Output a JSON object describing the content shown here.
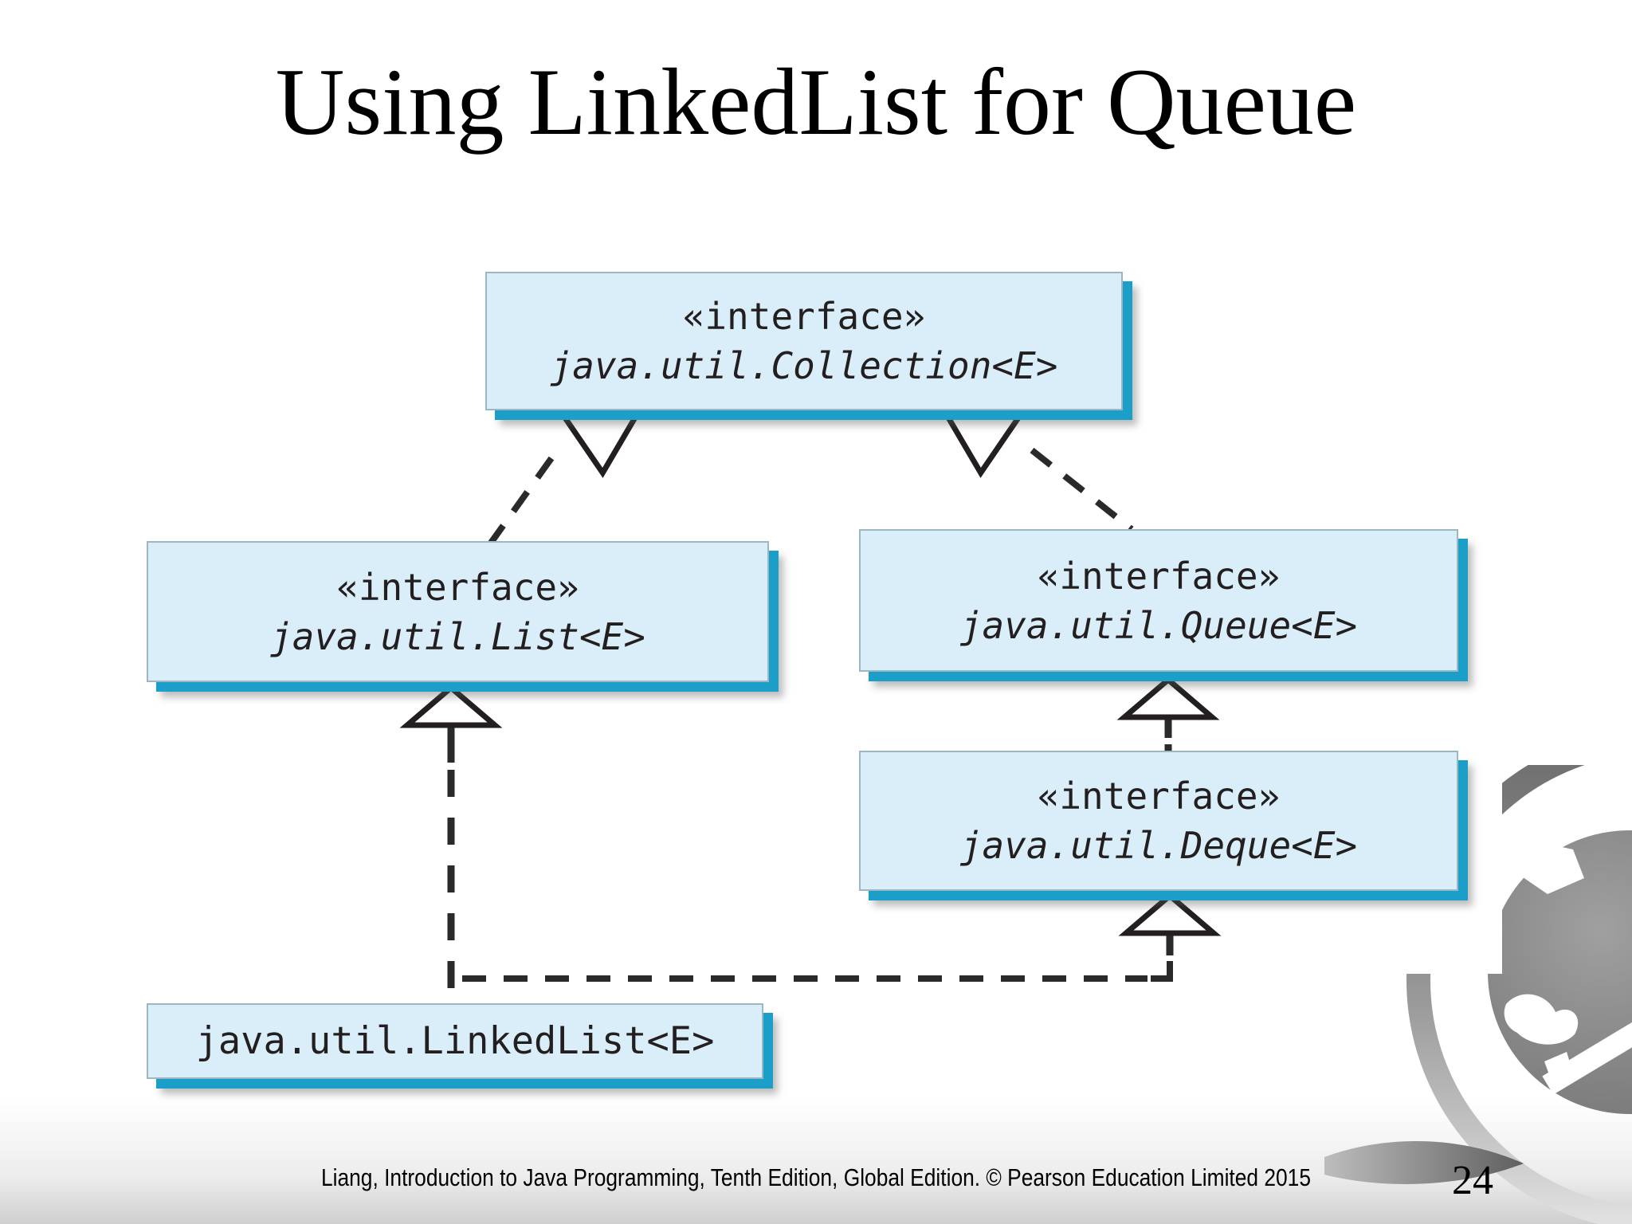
{
  "slide": {
    "title": "Using LinkedList for Queue",
    "footer": "Liang, Introduction to Java Programming, Tenth Edition, Global Edition. © Pearson Education Limited 2015",
    "page_number": "24"
  },
  "diagram": {
    "nodes": {
      "collection": {
        "stereotype": "«interface»",
        "name": "java.util.Collection<E>"
      },
      "list": {
        "stereotype": "«interface»",
        "name": "java.util.List<E>"
      },
      "queue": {
        "stereotype": "«interface»",
        "name": "java.util.Queue<E>"
      },
      "deque": {
        "stereotype": "«interface»",
        "name": "java.util.Deque<E>"
      },
      "linkedlist": {
        "name": "java.util.LinkedList<E>"
      }
    },
    "edges": [
      {
        "from": "java.util.List<E>",
        "to": "java.util.Collection<E>",
        "type": "generalization (dashed, hollow triangle)"
      },
      {
        "from": "java.util.Queue<E>",
        "to": "java.util.Collection<E>",
        "type": "generalization (dashed, hollow triangle)"
      },
      {
        "from": "java.util.Deque<E>",
        "to": "java.util.Queue<E>",
        "type": "generalization (dashed, hollow triangle)"
      },
      {
        "from": "java.util.LinkedList<E>",
        "to": "java.util.List<E>",
        "type": "realization (dashed, hollow triangle)"
      },
      {
        "from": "java.util.LinkedList<E>",
        "to": "java.util.Deque<E>",
        "type": "realization (dashed, hollow triangle)"
      }
    ],
    "colors": {
      "box_fill": "#d9eef8",
      "box_border": "#9db7c2",
      "box_shadow_cyan": "#1b9fc8",
      "line_color": "#231f20",
      "watermark_gray": "#8a8a8a"
    }
  }
}
